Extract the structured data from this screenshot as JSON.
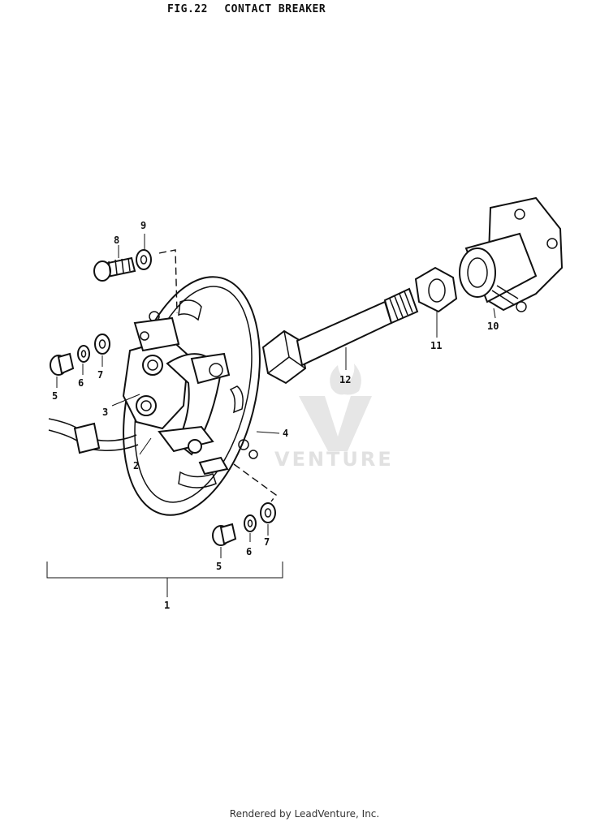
{
  "figure": {
    "number": "FIG.22",
    "title": "CONTACT BREAKER"
  },
  "callouts": [
    {
      "id": "1",
      "label": "1"
    },
    {
      "id": "2",
      "label": "2"
    },
    {
      "id": "3",
      "label": "3"
    },
    {
      "id": "4",
      "label": "4"
    },
    {
      "id": "5a",
      "label": "5"
    },
    {
      "id": "5b",
      "label": "5"
    },
    {
      "id": "6a",
      "label": "6"
    },
    {
      "id": "6b",
      "label": "6"
    },
    {
      "id": "7a",
      "label": "7"
    },
    {
      "id": "7b",
      "label": "7"
    },
    {
      "id": "8",
      "label": "8"
    },
    {
      "id": "9",
      "label": "9"
    },
    {
      "id": "10",
      "label": "10"
    },
    {
      "id": "11",
      "label": "11"
    },
    {
      "id": "12",
      "label": "12"
    }
  ],
  "watermark": {
    "text": "VENTURE"
  },
  "footer": {
    "text": "Rendered by LeadVenture, Inc."
  }
}
